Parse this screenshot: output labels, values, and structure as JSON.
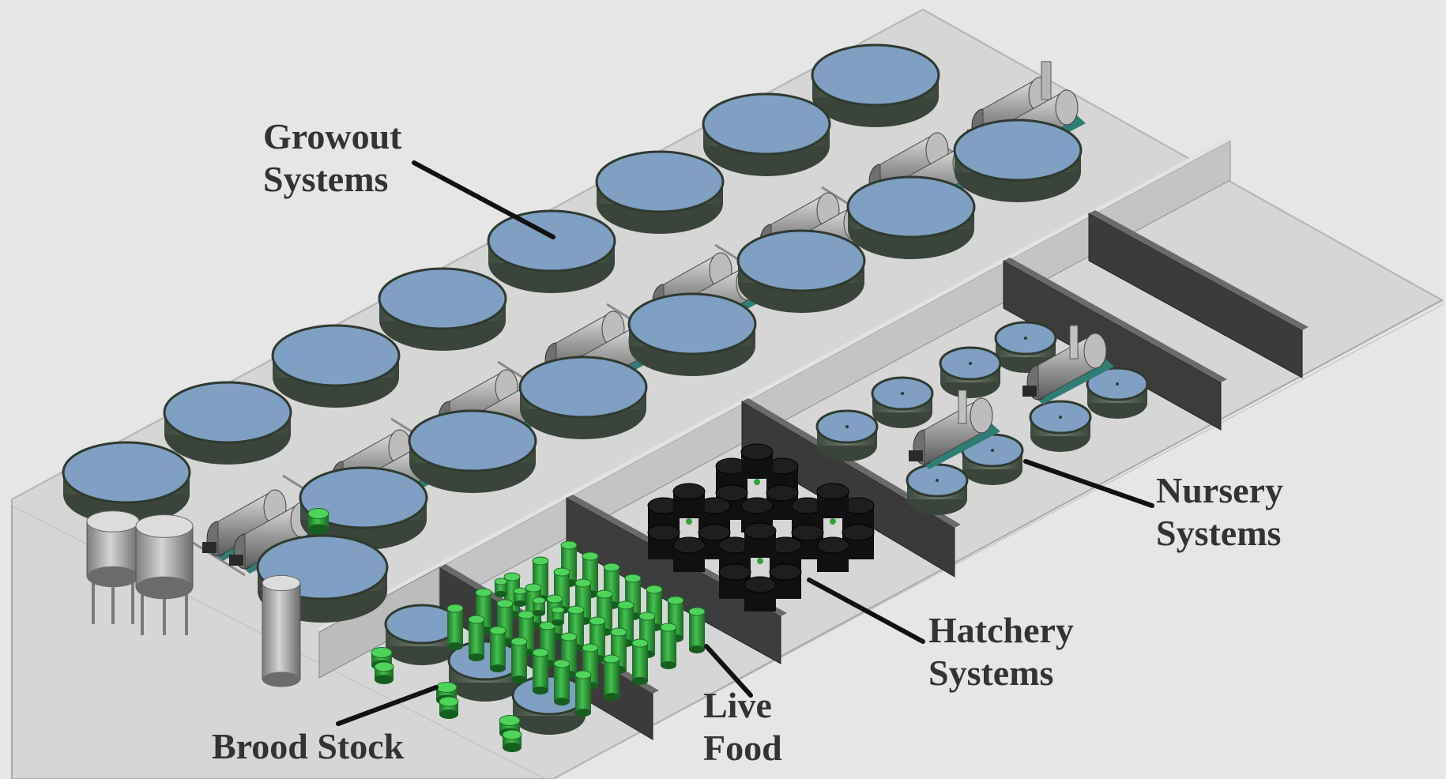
{
  "colors": {
    "background": "#e6e6e6",
    "floor": "#d3d3d3",
    "wall_dark": "#3d3d3d",
    "wall_light": "#b9b9b9",
    "water": "#7f9fc3",
    "tank_side": "#4f5b4f",
    "live_food_green": "#2fa33a",
    "hatchery_black": "#151515",
    "silo": "#a9a9a9",
    "label_text": "#333333",
    "leader": "#111111"
  },
  "labels": {
    "growout": [
      "Growout",
      "Systems"
    ],
    "nursery": [
      "Nursery",
      "Systems"
    ],
    "hatchery": [
      "Hatchery",
      "Systems"
    ],
    "live_food": [
      "Live",
      "Food"
    ],
    "brood_stock": [
      "Brood Stock"
    ]
  }
}
